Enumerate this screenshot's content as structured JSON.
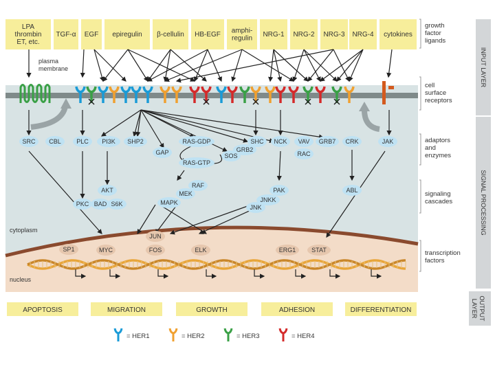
{
  "ligands": [
    {
      "lines": [
        "LPA",
        "thrombin",
        "ET, etc."
      ]
    },
    {
      "lines": [
        "TGF-α"
      ]
    },
    {
      "lines": [
        "EGF"
      ]
    },
    {
      "lines": [
        "epiregulin"
      ]
    },
    {
      "lines": [
        "β-cellulin"
      ]
    },
    {
      "lines": [
        "HB-EGF"
      ]
    },
    {
      "lines": [
        "amphi-",
        "regulin"
      ]
    },
    {
      "lines": [
        "NRG-1"
      ]
    },
    {
      "lines": [
        "NRG-2"
      ]
    },
    {
      "lines": [
        "NRG-3"
      ]
    },
    {
      "lines": [
        "NRG-4"
      ]
    },
    {
      "lines": [
        "cytokines"
      ]
    }
  ],
  "layer_labels": {
    "growth_factor": [
      "growth",
      "factor",
      "ligands"
    ],
    "receptors": [
      "cell",
      "surface",
      "receptors"
    ],
    "adaptors": [
      "adaptors",
      "and",
      "enzymes"
    ],
    "cascades": [
      "signaling",
      "cascades"
    ],
    "tf": [
      "transcription",
      "factors"
    ]
  },
  "side_tabs": {
    "input": "INPUT LAYER",
    "signal": "SIGNAL PROCESSING",
    "output": [
      "OUTPUT",
      "LAYER"
    ]
  },
  "region_labels": {
    "plasma": [
      "plasma",
      "membrane"
    ],
    "cytoplasm": "cytoplasm",
    "nucleus": "nucleus"
  },
  "adaptors": [
    "SRC",
    "CBL",
    "PLC",
    "PI3K",
    "SHP2",
    "GAP",
    "RAS-GDP",
    "GRB2",
    "SOS",
    "RAS-GTP",
    "SHC",
    "NCK",
    "VAV",
    "RAC",
    "GRB7",
    "CRK",
    "JAK"
  ],
  "cascade_nodes": [
    "AKT",
    "PKC",
    "BAD",
    "S6K",
    "RAF",
    "MEK",
    "MAPK",
    "PAK",
    "JNKK",
    "JNK",
    "ABL"
  ],
  "transcription_factors": [
    "SP1",
    "MYC",
    "JUN",
    "FOS",
    "ELK",
    "ERG1",
    "STAT"
  ],
  "outputs": [
    "APOPTOSIS",
    "MIGRATION",
    "GROWTH",
    "ADHESION",
    "DIFFERENTIATION"
  ],
  "legend": [
    {
      "label": "= HER1",
      "color": "#1a9bd7"
    },
    {
      "label": "= HER2",
      "color": "#f0a030"
    },
    {
      "label": "= HER3",
      "color": "#3aa046"
    },
    {
      "label": "= HER4",
      "color": "#d42a2a"
    }
  ],
  "colors": {
    "ligand_box": "#f7ee9b",
    "output_box": "#f7ee9b",
    "cytoplasm": "#d8e3e4",
    "nucleus": "#f3dcc8",
    "node": "#bfe2f3",
    "tf_node": "#e6c7ae",
    "membrane": "#7f8a8a",
    "nuclear_membrane": "#8a4a2e",
    "dna": "#e8a53a"
  }
}
